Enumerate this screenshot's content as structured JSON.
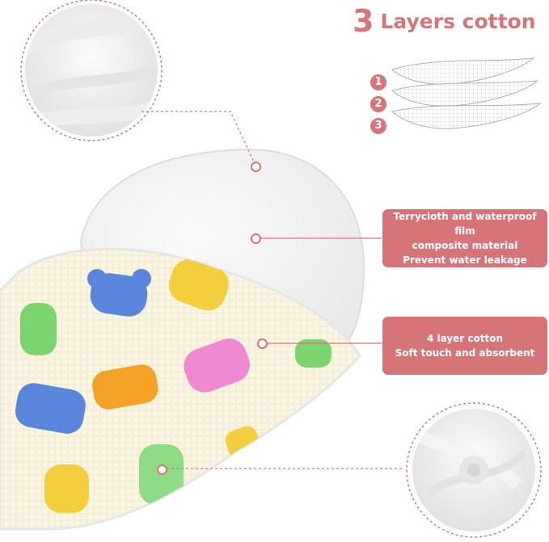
{
  "header": {
    "number": "3",
    "title": "Layers cotton"
  },
  "layers": {
    "labels": [
      "1",
      "2",
      "3"
    ]
  },
  "callouts": [
    {
      "lines": [
        "Terrycloth and waterproof film",
        "composite material",
        "Prevent water leakage"
      ]
    },
    {
      "lines": [
        "4 layer cotton",
        "Soft touch and absorbent"
      ]
    }
  ],
  "colors": {
    "accent": "#d77478",
    "fabric_cream": "#fbf6e3",
    "terry_white": "#f3f3f3"
  },
  "bears": [
    "blue",
    "yellow",
    "green",
    "orange",
    "pink",
    "blue",
    "yellow",
    "green",
    "yellow",
    "green"
  ]
}
